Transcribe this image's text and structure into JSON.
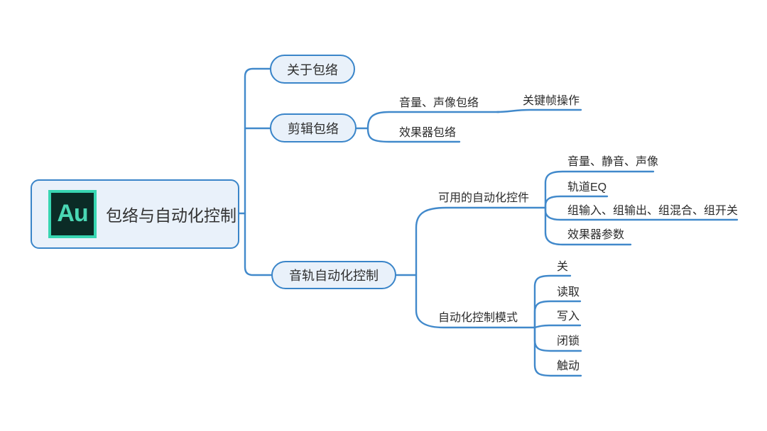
{
  "colors": {
    "connector_line": "#4189cb",
    "node_fill": "#e9f1fa",
    "node_border": "#3a85c9",
    "text": "#2e2e2e",
    "logo_background": "#0b2b26",
    "logo_accent": "#38d6b2"
  },
  "root": {
    "logo": "Au",
    "label": "包络与自动化控制"
  },
  "branches": {
    "about": {
      "label": "关于包络"
    },
    "clip": {
      "label": "剪辑包络",
      "children": {
        "vol_pan_env": {
          "label": "音量、声像包络",
          "children": {
            "keyframe": {
              "label": "关键帧操作"
            }
          }
        },
        "fx_env": {
          "label": "效果器包络"
        }
      }
    },
    "track": {
      "label": "音轨自动化控制",
      "children": {
        "available": {
          "label": "可用的自动化控件",
          "children": {
            "vol_mute_pan": {
              "label": "音量、静音、声像"
            },
            "track_eq": {
              "label": "轨道EQ"
            },
            "groups": {
              "label": "组输入、组输出、组混合、组开关"
            },
            "fx_params": {
              "label": "效果器参数"
            }
          }
        },
        "modes": {
          "label": "自动化控制模式",
          "children": {
            "off": {
              "label": "关"
            },
            "read": {
              "label": "读取"
            },
            "write": {
              "label": "写入"
            },
            "latch": {
              "label": "闭锁"
            },
            "touch": {
              "label": "触动"
            }
          }
        }
      }
    }
  }
}
